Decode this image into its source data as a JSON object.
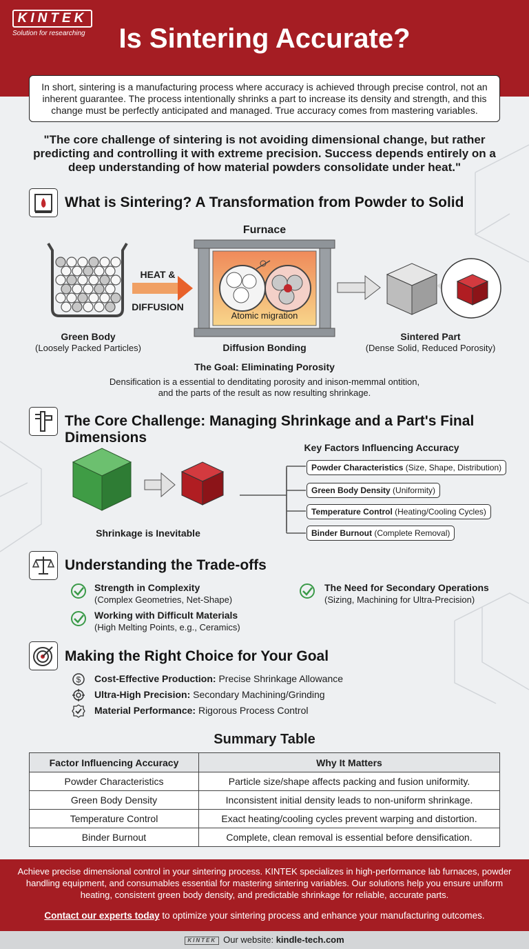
{
  "brand": {
    "logo_text": "KINTEK",
    "tagline": "Solution for researching"
  },
  "title": "Is Sintering Accurate?",
  "intro": "In short, sintering is a manufacturing process where accuracy is achieved through precise control, not an inherent guarantee. The process intentionally shrinks a part to increase its density and strength, and this change must be perfectly anticipated and managed. True accuracy comes from mastering variables.",
  "quote": "\"The core challenge of sintering is not avoiding dimensional change, but rather predicting and controlling it with extreme precision. Success depends entirely on a deep understanding of how material powders consolidate under heat.\"",
  "section1": {
    "icon": "furnace-icon",
    "title": "What is Sintering? A Transformation from Powder to Solid",
    "furnace_label": "Furnace",
    "heat_label_1": "HEAT &",
    "heat_label_2": "DIFFUSION",
    "green_body_title": "Green Body",
    "green_body_sub": "(Loosely Packed Particles)",
    "atomic_migration": "Atomic migration",
    "diffusion_bonding": "Diffusion Bonding",
    "sintered_title": "Sintered Part",
    "sintered_sub": "(Dense Solid, Reduced Porosity)",
    "goal_title": "The Goal: Eliminating Porosity",
    "goal_text_1": "Densification is a essential to denditating porosity and inison-memmal ontition,",
    "goal_text_2": "and the parts of the result as now resulting shrinkage."
  },
  "section2": {
    "icon": "caliper-icon",
    "title": "The Core Challenge: Managing Shrinkage and a Part's Final Dimensions",
    "shrinkage_label": "Shrinkage is Inevitable",
    "factors_title": "Key Factors Influencing Accuracy",
    "factors": [
      {
        "name": "Powder Characteristics",
        "detail": "(Size, Shape, Distribution)"
      },
      {
        "name": "Green Body Density",
        "detail": "(Uniformity)"
      },
      {
        "name": "Temperature Control",
        "detail": "(Heating/Cooling Cycles)"
      },
      {
        "name": "Binder Burnout",
        "detail": "(Complete Removal)"
      }
    ]
  },
  "section3": {
    "icon": "balance-scale-icon",
    "title": "Understanding the Trade-offs",
    "items": [
      {
        "title": "Strength in Complexity",
        "detail": "(Complex Geometries, Net-Shape)"
      },
      {
        "title": "Working with Difficult Materials",
        "detail": "(High Melting Points, e.g., Ceramics)"
      },
      {
        "title": "The Need for Secondary Operations",
        "detail": "(Sizing, Machining for Ultra-Precision)"
      }
    ]
  },
  "section4": {
    "icon": "target-icon",
    "title": "Making the Right Choice for Your Goal",
    "choices": [
      {
        "icon": "dollar-icon",
        "label": "Cost-Effective Production:",
        "detail": "Precise Shrinkage Allowance"
      },
      {
        "icon": "crosshair-icon",
        "label": "Ultra-High Precision:",
        "detail": "Secondary Machining/Grinding"
      },
      {
        "icon": "check-badge-icon",
        "label": "Material Performance:",
        "detail": "Rigorous Process Control"
      }
    ]
  },
  "summary": {
    "title": "Summary Table",
    "headers": [
      "Factor Influencing Accuracy",
      "Why It Matters"
    ],
    "rows": [
      [
        "Powder Characteristics",
        "Particle size/shape affects packing and fusion uniformity."
      ],
      [
        "Green Body Density",
        "Inconsistent initial density leads to non-uniform shrinkage."
      ],
      [
        "Temperature Control",
        "Exact heating/cooling cycles prevent warping and distortion."
      ],
      [
        "Binder Burnout",
        "Complete, clean removal is essential before densification."
      ]
    ]
  },
  "footer": {
    "text": "Achieve precise dimensional control in your sintering process. KINTEK specializes in high-performance lab furnaces, powder handling equipment, and consumables essential for mastering sintering variables. Our solutions help you ensure uniform heating, consistent green body density, and predictable shrinkage for reliable, accurate parts.",
    "cta_link": "Contact our experts today",
    "cta_rest": " to optimize your sintering process and enhance your manufacturing outcomes.",
    "website_label": "Our website: ",
    "website_url": "kindle-tech.com",
    "small_logo": "KINTEK"
  },
  "colors": {
    "brand_red": "#a51d23",
    "green_cube": "#3f9c45",
    "red_cube": "#b91f24",
    "check_green": "#3a9a48"
  }
}
